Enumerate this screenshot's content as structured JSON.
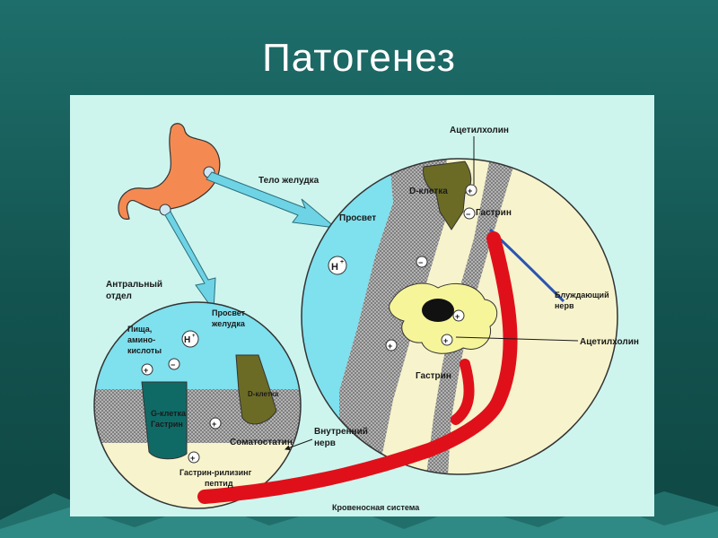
{
  "title": "Патогенез",
  "labels": {
    "stomach_body": "Тело желудка",
    "antrum_line1": "Антральный",
    "antrum_line2": "отдел",
    "lumen": "Просвет",
    "gastric_lumen_line1": "Просвет",
    "gastric_lumen_line2": "желудка",
    "food_line1": "Пища,",
    "food_line2": "амино-",
    "food_line3": "кислоты",
    "h_ion": "H",
    "h_sup": "+",
    "d_cell_small": "D-клетка",
    "g_cell_line1": "G-клетка",
    "g_cell_line2": "Гастрин",
    "somatostatin": "Соматостатин",
    "grp_line1": "Гастрин-рилизинг",
    "grp_line2": "пептид",
    "internal_nerve_line1": "Внутренний",
    "internal_nerve_line2": "нерв",
    "blood_system": "Кровеносная система",
    "acetylcholine_top": "Ацетилхолин",
    "d_cell_big": "D-клетка",
    "gastrin_top": "Гастрин",
    "vagus_line1": "Блуждающий",
    "vagus_line2": "нерв",
    "acetylcholine_right": "Ацетилхолин",
    "gastrin_bottom": "Гастрин",
    "plus": "+",
    "minus": "−"
  },
  "colors": {
    "background": "#16605c",
    "panel": "#cdf5ee",
    "stomach": "#f48a52",
    "lumen": "#7fe0ee",
    "tissue": "#f7f3cc",
    "d_cell": "#6b6b26",
    "parietal_cell": "#f7f59a",
    "g_cell": "#0f6a66",
    "blood": "#e0101a"
  }
}
